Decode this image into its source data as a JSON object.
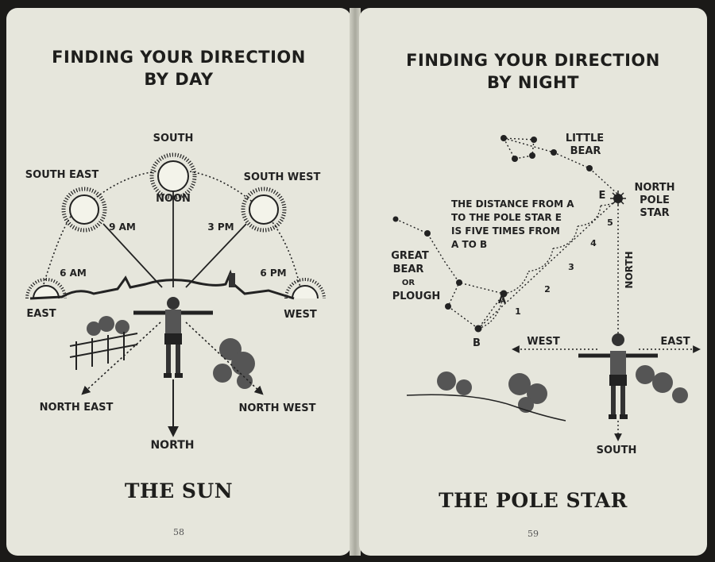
{
  "left_page": {
    "title_line1": "FINDING YOUR DIRECTION",
    "title_line2": "BY DAY",
    "labels": {
      "south": "SOUTH",
      "noon": "NOON",
      "south_east": "SOUTH EAST",
      "south_west": "SOUTH WEST",
      "nine_am": "9 AM",
      "three_pm": "3 PM",
      "six_am": "6 AM",
      "six_pm": "6 PM",
      "east": "EAST",
      "west": "WEST",
      "north_east": "NORTH EAST",
      "north_west": "NORTH WEST",
      "north": "NORTH"
    },
    "caption": "THE SUN",
    "page_number": "58"
  },
  "right_page": {
    "title_line1": "FINDING YOUR DIRECTION",
    "title_line2": "BY NIGHT",
    "labels": {
      "little_bear_1": "LITTLE",
      "little_bear_2": "BEAR",
      "north_pole_star_1": "NORTH",
      "north_pole_star_2": "POLE",
      "north_pole_star_3": "STAR",
      "e": "E",
      "a": "A",
      "b": "B",
      "distance_1": "THE DISTANCE FROM A",
      "distance_2": "TO THE POLE STAR E",
      "distance_3": "IS FIVE TIMES FROM",
      "distance_4": "A TO B",
      "great_bear_1": "GREAT",
      "great_bear_2": "BEAR",
      "great_bear_3": "OR",
      "great_bear_4": "PLOUGH",
      "n1": "1",
      "n2": "2",
      "n3": "3",
      "n4": "4",
      "n5": "5",
      "north": "NORTH",
      "west": "WEST",
      "east": "EAST",
      "south": "SOUTH"
    },
    "caption": "THE POLE STAR",
    "page_number": "59"
  },
  "colors": {
    "paper": "#e6e6dc",
    "ink": "#1e1e1c",
    "background": "#1b1a18"
  }
}
